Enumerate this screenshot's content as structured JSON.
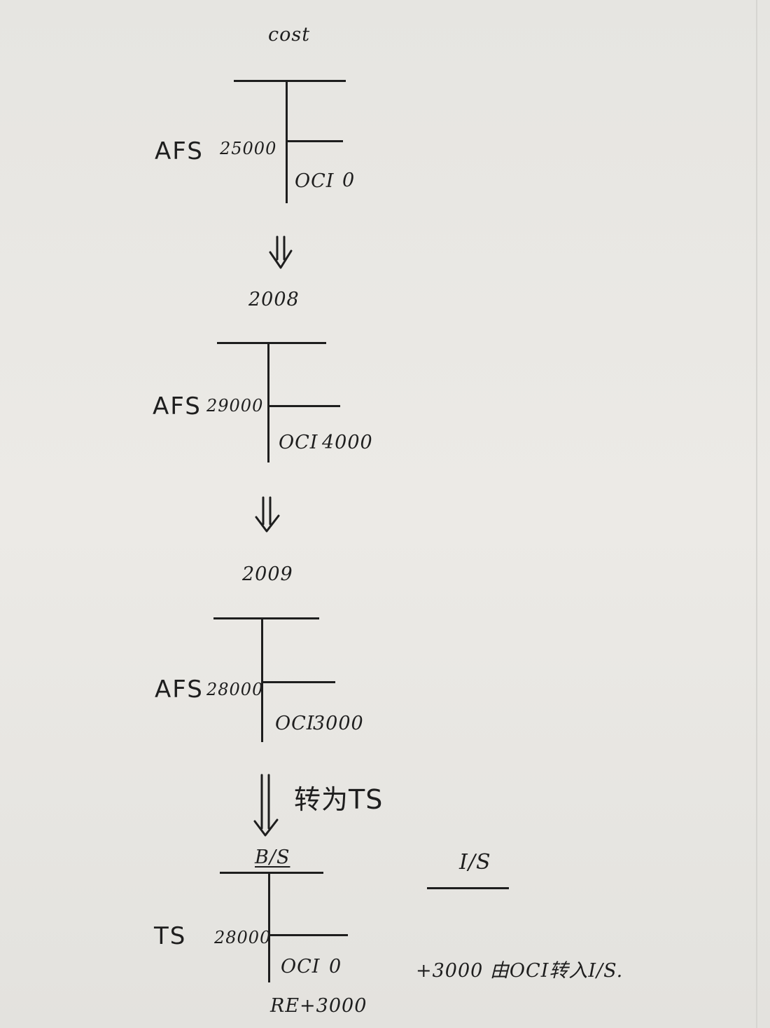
{
  "blocks": [
    {
      "heading": "cost",
      "account": "AFS",
      "amount": "25000",
      "oci_label": "OCI",
      "oci_value": "0"
    },
    {
      "heading": "2008",
      "account": "AFS",
      "amount": "29000",
      "oci_label": "OCI",
      "oci_value": "4000"
    },
    {
      "heading": "2009",
      "account": "AFS",
      "amount": "28000",
      "oci_label": "OCI",
      "oci_value": "3000"
    },
    {
      "heading": "B/S",
      "account": "TS",
      "amount": "28000",
      "oci_label": "OCI",
      "oci_value": "0",
      "footer": "RE+3000"
    }
  ],
  "transfer_note": "转为TS",
  "income_statement": {
    "heading": "I/S",
    "note": "+3000 由OCI转入I/S."
  }
}
